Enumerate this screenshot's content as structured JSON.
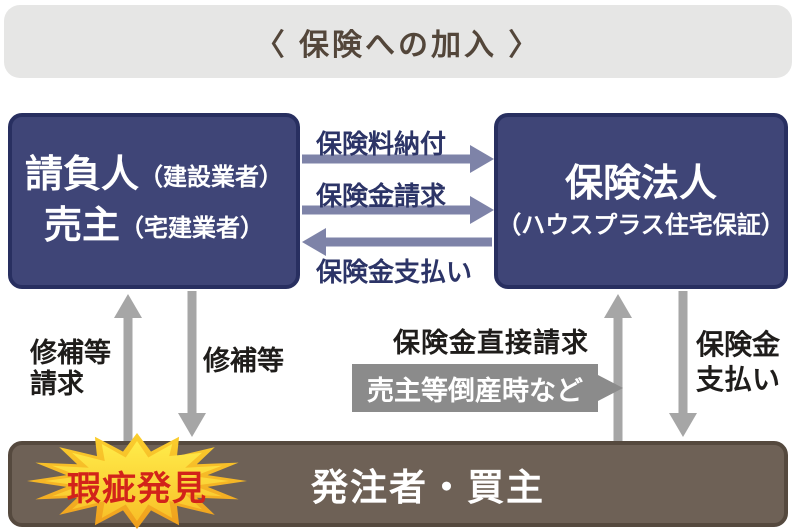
{
  "title": "〈 保険への加入 〉",
  "boxes": {
    "contractor": {
      "line1_main": "請負人",
      "line1_sub": "（建設業者）",
      "line2_main": "売主",
      "line2_sub": "（宅建業者）"
    },
    "insurer": {
      "main": "保険法人",
      "sub": "（ハウスプラス住宅保証）"
    },
    "buyer": {
      "label": "発注者・買主"
    }
  },
  "arrows": {
    "premium_payment": "保険料納付",
    "insurance_claim": "保険金請求",
    "payout_to_seller": "保険金支払い",
    "repair_request": "修補等\n請求",
    "repair": "修補等",
    "direct_claim": "保険金直接請求",
    "direct_claim_condition": "売主等倒産時など",
    "payout_to_buyer": "保険金\n支払い"
  },
  "badge": {
    "defect_found": "瑕疵発見"
  },
  "colors": {
    "navy_box_fill": "#3f4577",
    "navy_box_border": "#282f60",
    "blue_arrow": "#7e83a8",
    "navy_label": "#2c3467",
    "gray_arrow": "#a6a6a6",
    "tag_gray": "#8b8b8b",
    "brown_box_fill": "#6e6156",
    "brown_box_border": "#55493e",
    "title_bg": "#e6e6e5",
    "title_text": "#53463a",
    "star_yellow": "#ffe93a",
    "star_orange": "#ef9e1d",
    "defect_red": "#d2231a"
  }
}
